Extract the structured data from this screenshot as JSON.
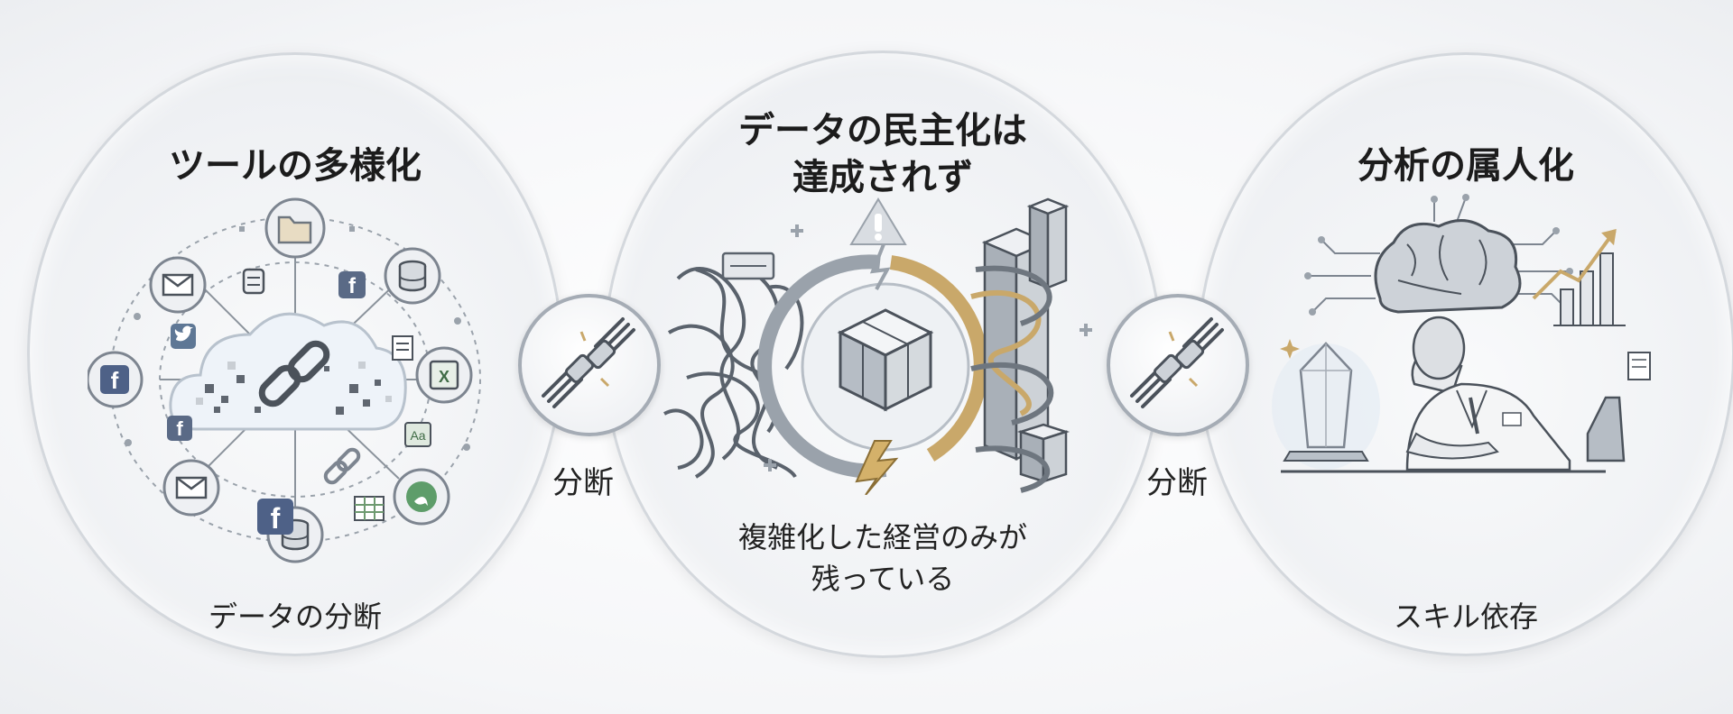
{
  "panels": {
    "left": {
      "title": "ツールの多様化",
      "caption": "データの分断"
    },
    "center": {
      "title_line1": "データの民主化は",
      "title_line2": "達成されず",
      "caption_line1": "複雑化した経営のみが",
      "caption_line2": "残っている"
    },
    "right": {
      "title": "分析の属人化",
      "caption": "スキル依存"
    }
  },
  "connectors": [
    {
      "label": "分断"
    },
    {
      "label": "分断"
    }
  ],
  "icons": {
    "left": [
      "folder-icon",
      "database-icon",
      "mail-icon",
      "facebook-icon",
      "twitter-icon",
      "excel-icon",
      "whatsapp-icon",
      "spreadsheet-icon",
      "chain-link-icon",
      "cloud-icon"
    ],
    "center": [
      "warning-icon",
      "lightning-icon",
      "cube-icon",
      "tangled-cables-icon",
      "server-tower-icon"
    ],
    "right": [
      "brain-circuit-icon",
      "bar-chart-icon",
      "trend-arrow-icon",
      "crystal-icon",
      "scientist-icon"
    ]
  },
  "colors": {
    "accent_gold": "#c9a86a",
    "outline_gray": "#7d8590",
    "ring_gray": "#a5acb5"
  }
}
